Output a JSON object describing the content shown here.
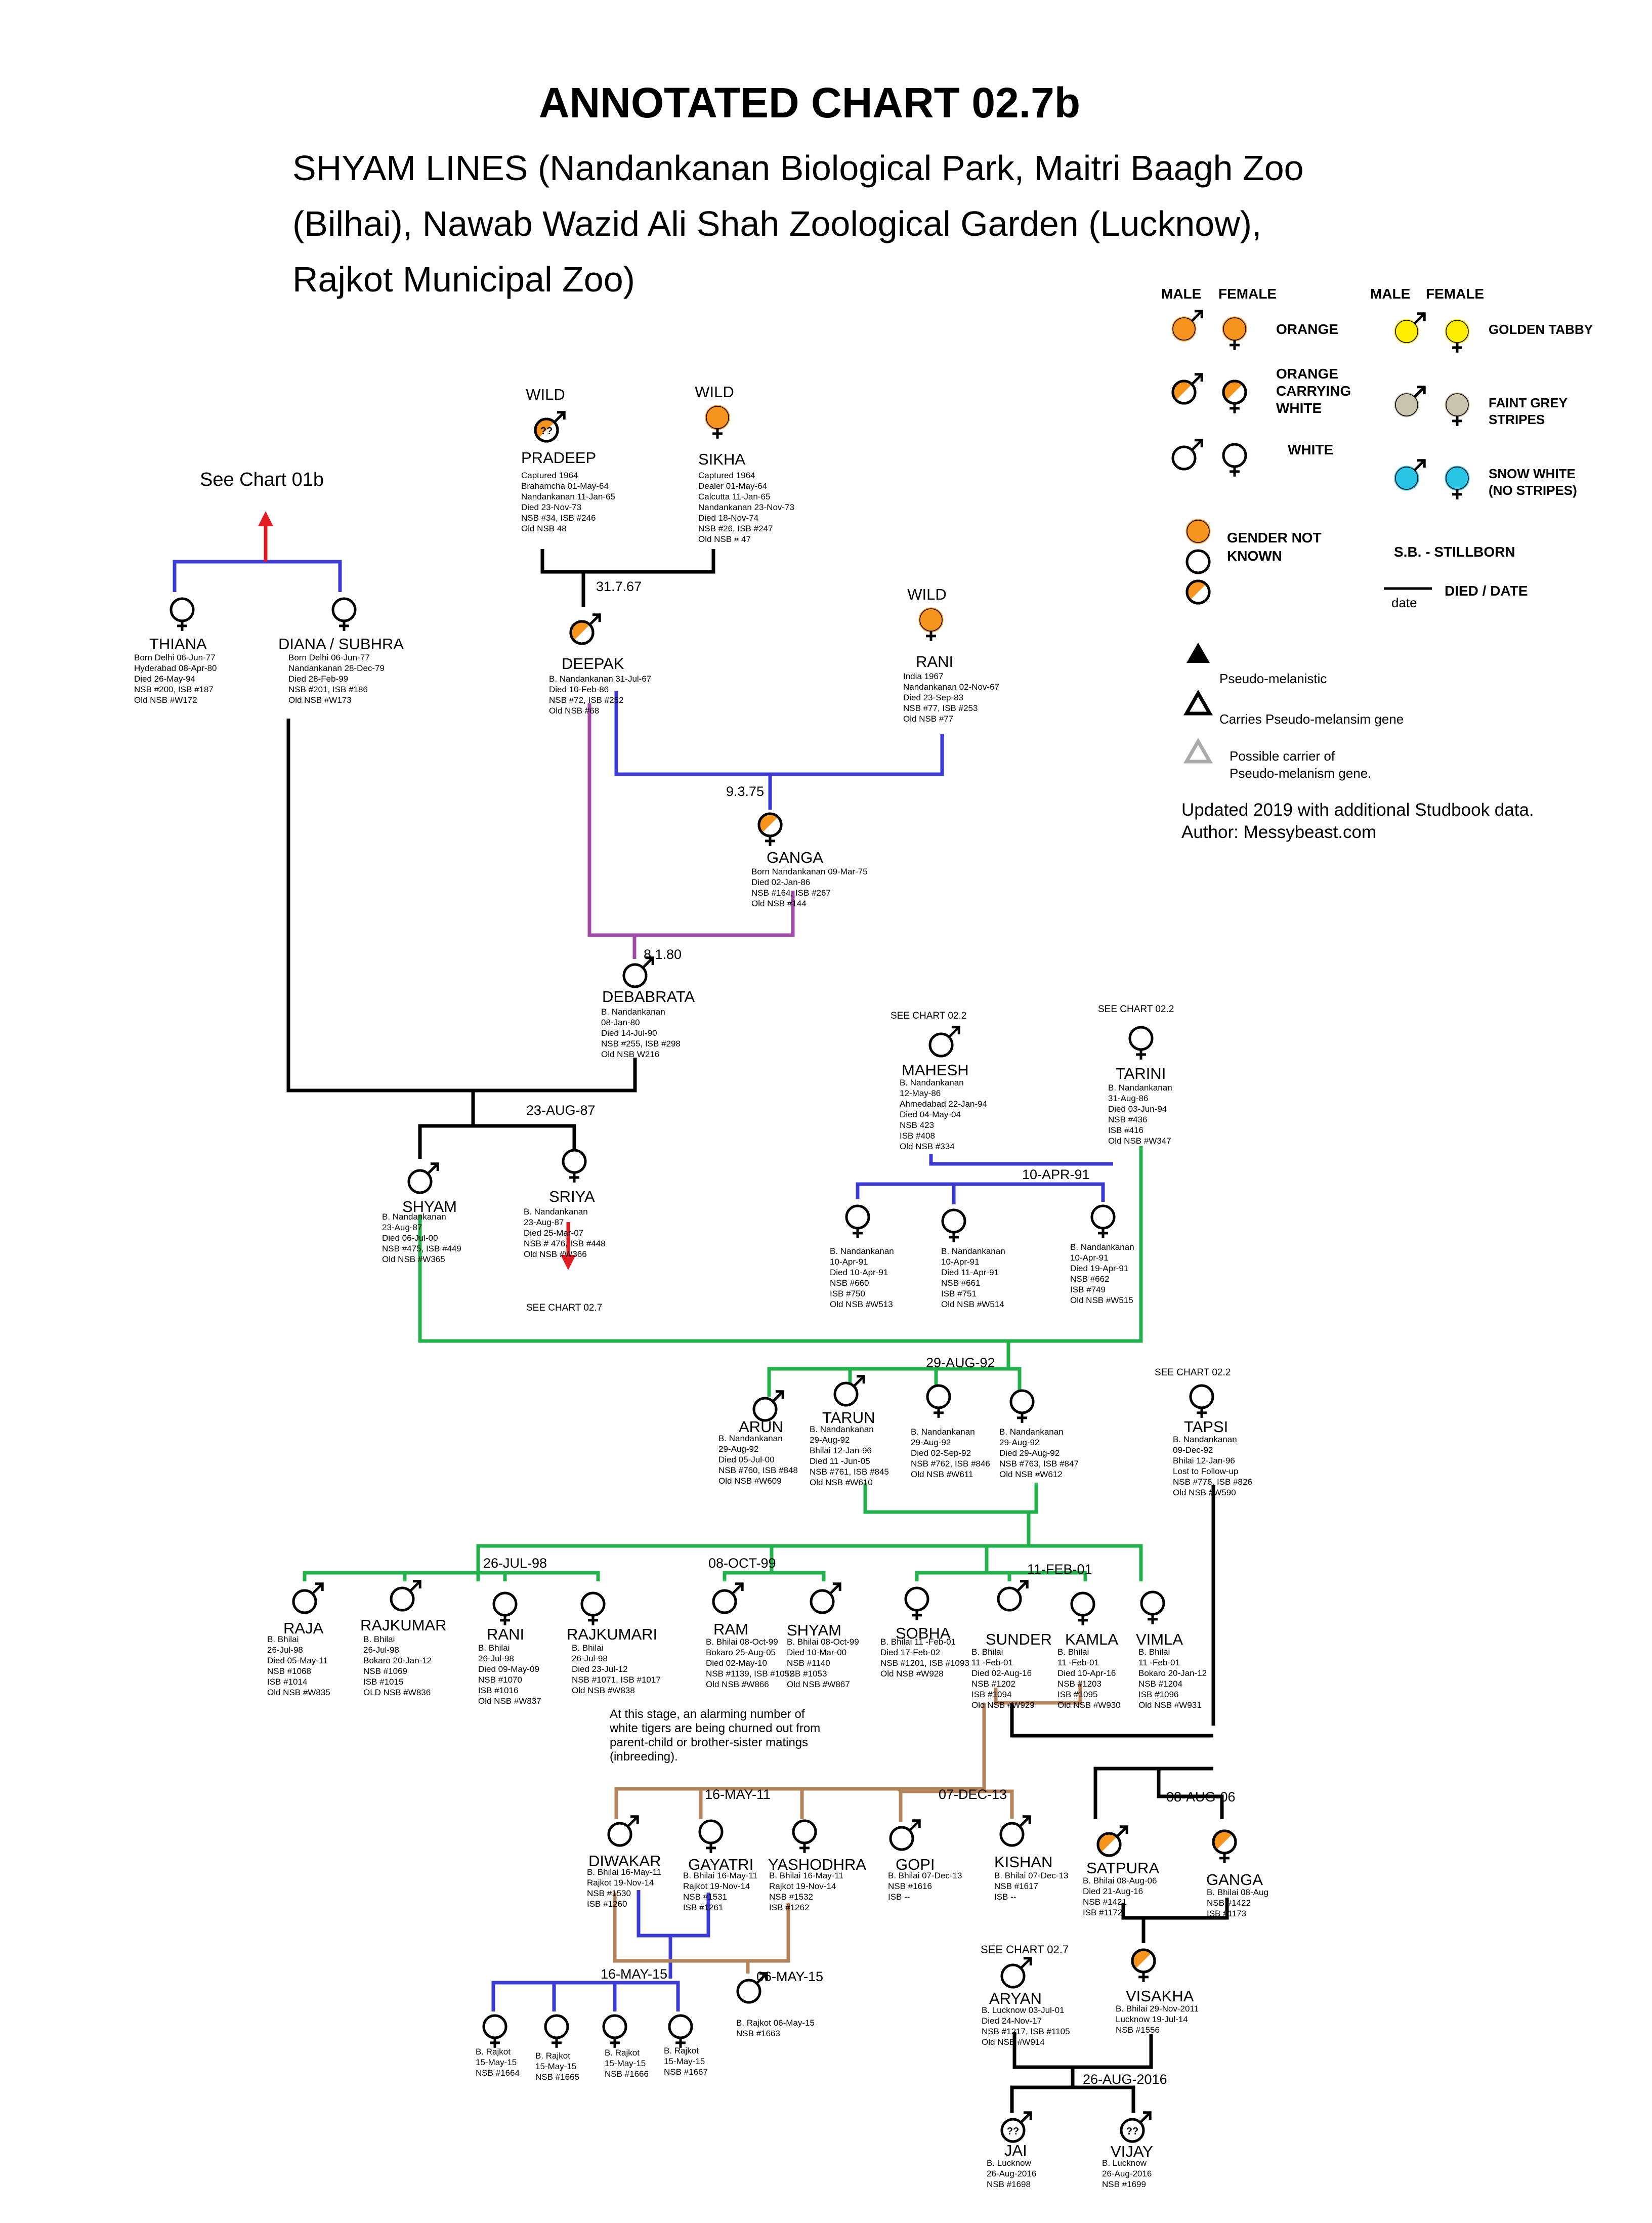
{
  "title": "ANNOTATED CHART 02.7b",
  "subtitle": [
    "SHYAM LINES (Nandankanan Biological Park, Maitri Baagh Zoo",
    "(Bilhai), Nawab Wazid Ali Shah Zoological Garden (Lucknow),",
    "Rajkot Municipal Zoo)"
  ],
  "colors": {
    "orange": "#f7941d",
    "golden": "#ffee00",
    "grey": "#c9c4ad",
    "snow": "#29c5e6",
    "blue": "#3b3bd4",
    "purple": "#a14ba8",
    "green": "#21b24b",
    "brown": "#b5835a",
    "black": "#000000",
    "red": "#e31b23"
  },
  "legend": {
    "male": "MALE",
    "female": "FEMALE",
    "orange": "ORANGE",
    "carrying": [
      "ORANGE",
      "CARRYING",
      "WHITE"
    ],
    "white": "WHITE",
    "golden": "GOLDEN TABBY",
    "faint": [
      "FAINT GREY",
      "STRIPES"
    ],
    "snow": [
      "SNOW WHITE",
      "(NO STRIPES)"
    ],
    "unknown": [
      "GENDER NOT",
      "KNOWN"
    ],
    "stillborn": "S.B.  - STILLBORN",
    "died": "DIED / DATE",
    "date_word": "date",
    "pseudo": "Pseudo-melanistic",
    "carries_pseudo": "Carries Pseudo-melansim gene",
    "possible": [
      "Possible carrier of",
      "Pseudo-melanism gene."
    ],
    "updated": "Updated 2019 with additional Studbook data.",
    "author": "Author: Messybeast.com"
  },
  "refs": {
    "chart01b": "See Chart 01b",
    "chart027": "SEE CHART 02.7",
    "chart022": "SEE CHART 02.2"
  },
  "wild": "WILD",
  "dates": {
    "d1": "31.7.67",
    "d2": "9.3.75",
    "d3": "8.1.80",
    "d4": "23-AUG-87",
    "d5": "10-APR-91",
    "d6": "29-AUG-92",
    "d7": "26-JUL-98",
    "d8": "08-OCT-99",
    "d9": "11-FEB-01",
    "d10": "16-MAY-11",
    "d11": "07-DEC-13",
    "d12": "08-AUG-06",
    "d13": "16-MAY-15",
    "d14": "06-MAY-15",
    "d15": "26-AUG-2016"
  },
  "note": [
    "At this stage, an alarming number of",
    "white tigers are being churned out from",
    "parent-child or brother-sister matings",
    "(inbreeding)."
  ],
  "tigers": {
    "pradeep": {
      "name": "PRADEEP",
      "details": [
        "Captured 1964",
        "Brahamcha 01-May-64",
        "Nandankanan 11-Jan-65",
        "Died 23-Nov-73",
        "NSB #34, ISB #246",
        "Old NSB 48"
      ]
    },
    "sikha": {
      "name": "SIKHA",
      "details": [
        "Captured 1964",
        "Dealer 01-May-64",
        "Calcutta 11-Jan-65",
        "Nandankanan 23-Nov-73",
        " Died 18-Nov-74",
        "NSB #26, ISB #247",
        "Old NSB # 47"
      ]
    },
    "thiana": {
      "name": "THIANA",
      "details": [
        "Born Delhi 06-Jun-77",
        "Hyderabad 08-Apr-80",
        "Died 26-May-94",
        "NSB #200, ISB #187",
        "Old NSB #W172"
      ]
    },
    "diana": {
      "name": "DIANA / SUBHRA",
      "details": [
        "Born Delhi 06-Jun-77",
        "Nandankanan 28-Dec-79",
        "Died 28-Feb-99",
        "NSB #201, ISB #186",
        "Old NSB #W173"
      ]
    },
    "deepak": {
      "name": "DEEPAK",
      "details": [
        "B. Nandankanan 31-Jul-67",
        "Died 10-Feb-86",
        "NSB #72, ISB #252",
        "Old NSB #68"
      ]
    },
    "rani1": {
      "name": "RANI",
      "details": [
        "India 1967",
        "Nandankanan 02-Nov-67",
        "Died 23-Sep-83",
        "NSB #77, ISB #253",
        "Old NSB #77"
      ]
    },
    "ganga1": {
      "name": "GANGA",
      "details": [
        "Born Nandankanan 09-Mar-75",
        "Died 02-Jan-86",
        "NSB #164, ISB #267",
        "Old NSB #144"
      ]
    },
    "debabrata": {
      "name": "DEBABRATA",
      "details": [
        "B. Nandankanan",
        "08-Jan-80",
        "Died 14-Jul-90",
        "NSB #255, ISB #298",
        "Old NSB W216"
      ]
    },
    "mahesh": {
      "name": "MAHESH",
      "details": [
        "B. Nandankanan",
        "12-May-86",
        "Ahmedabad 22-Jan-94",
        "Died 04-May-04",
        "NSB 423",
        "ISB #408",
        "Old NSB #334"
      ]
    },
    "tarini": {
      "name": "TARINI",
      "details": [
        "B. Nandankanan",
        "31-Aug-86",
        "Died 03-Jun-94",
        "NSB #436",
        "ISB #416",
        "Old NSB #W347"
      ]
    },
    "shyam": {
      "name": "SHYAM",
      "details": [
        "B. Nandankanan",
        "23-Aug-87",
        "Died 06-Jul-00",
        "NSB #475, ISB #449",
        "Old NSB #W365"
      ]
    },
    "sriya": {
      "name": "SRIYA",
      "details": [
        "B. Nandankanan",
        "23-Aug-87",
        "Died 25-Mar-07",
        "NSB # 476, ISB #448",
        "Old NSB #W366"
      ]
    },
    "f91a": {
      "name": "",
      "details": [
        "B. Nandankanan",
        "10-Apr-91",
        "Died 10-Apr-91",
        "NSB #660",
        "ISB #750",
        "Old NSB #W513"
      ]
    },
    "f91b": {
      "name": "",
      "details": [
        "B. Nandankanan",
        "10-Apr-91",
        "Died 11-Apr-91",
        "NSB #661",
        "ISB #751",
        "Old NSB #W514"
      ]
    },
    "f91c": {
      "name": "",
      "details": [
        "B. Nandankanan",
        "10-Apr-91",
        "Died 19-Apr-91",
        "NSB #662",
        "ISB #749",
        "Old NSB #W515"
      ]
    },
    "arun": {
      "name": "ARUN",
      "details": [
        "B. Nandankanan",
        "29-Aug-92",
        "Died 05-Jul-00",
        "NSB #760, ISB #848",
        "Old NSB #W609"
      ]
    },
    "tarun": {
      "name": "TARUN",
      "details": [
        "B. Nandankanan",
        "29-Aug-92",
        "Bhilai 12-Jan-96",
        "Died 11 -Jun-05",
        "NSB #761, ISB #845",
        "Old NSB #W610"
      ]
    },
    "f92a": {
      "name": "",
      "details": [
        "B. Nandankanan",
        "29-Aug-92",
        "Died 02-Sep-92",
        "NSB #762, ISB #846",
        "Old NSB #W611"
      ]
    },
    "f92b": {
      "name": "",
      "details": [
        "B. Nandankanan",
        "29-Aug-92",
        "Died 29-Aug-92",
        "NSB #763, ISB #847",
        "Old NSB #W612"
      ]
    },
    "tapsi": {
      "name": "TAPSI",
      "details": [
        "B. Nandankanan",
        "09-Dec-92",
        "Bhilai 12-Jan-96",
        "Lost to Follow-up",
        "NSB #776, ISB #826",
        "Old NSB #W590"
      ]
    },
    "raja": {
      "name": "RAJA",
      "details": [
        "B. Bhilai",
        "26-Jul-98",
        "Died 05-May-11",
        "NSB #1068",
        "ISB #1014",
        "Old NSB #W835"
      ]
    },
    "rajkumar": {
      "name": "RAJKUMAR",
      "details": [
        "B. Bhilai",
        "26-Jul-98",
        "Bokaro 20-Jan-12",
        "NSB #1069",
        "ISB #1015",
        "OLD NSB #W836"
      ]
    },
    "rani2": {
      "name": "RANI",
      "details": [
        "B. Bhilai",
        "26-Jul-98",
        "Died 09-May-09",
        "NSB #1070",
        "ISB #1016",
        "Old NSB #W837"
      ]
    },
    "rajkumari": {
      "name": "RAJKUMARI",
      "details": [
        "B. Bhilai",
        "26-Jul-98",
        "Died 23-Jul-12",
        "NSB #1071, ISB #1017",
        "Old NSB #W838"
      ]
    },
    "ram": {
      "name": "RAM",
      "details": [
        "B. Bhilai 08-Oct-99",
        "Bokaro 25-Aug-05",
        "Died 02-May-10",
        "NSB #1139, ISB #1052",
        "Old NSB #W866"
      ]
    },
    "shyam2": {
      "name": "SHYAM",
      "details": [
        "B. Bhilai 08-Oct-99",
        "Died 10-Mar-00",
        "NSB #1140",
        "ISB #1053",
        "Old NSB #W867"
      ]
    },
    "sobha": {
      "name": "SOBHA",
      "details": [
        "B. Bhilai 11 -Feb-01",
        "Died 17-Feb-02",
        "NSB #1201, ISB #1093",
        "Old NSB #W928"
      ]
    },
    "sunder": {
      "name": "SUNDER",
      "details": [
        "B. Bhilai",
        "11 -Feb-01",
        "Died 02-Aug-16",
        "NSB #1202",
        "ISB #1094",
        "Old NSB #W929"
      ]
    },
    "kamla": {
      "name": "KAMLA",
      "details": [
        "B. Bhilai",
        "11 -Feb-01",
        "Died 10-Apr-16",
        "NSB #1203",
        "ISB #1095",
        "Old NSB #W930"
      ]
    },
    "vimla": {
      "name": "VIMLA",
      "details": [
        "B. Bhilai",
        "11 -Feb-01",
        "Bokaro 20-Jan-12",
        "NSB #1204",
        "ISB #1096",
        "Old NSB #W931"
      ]
    },
    "diwakar": {
      "name": "DIWAKAR",
      "details": [
        "B. Bhilai 16-May-11",
        "Rajkot 19-Nov-14",
        "NSB #1530",
        "ISB #1260"
      ]
    },
    "gayatri": {
      "name": "GAYATRI",
      "details": [
        "B. Bhilai 16-May-11",
        "Rajkot 19-Nov-14",
        "NSB #1531",
        "ISB #1261"
      ]
    },
    "yashodhra": {
      "name": "YASHODHRA",
      "details": [
        "B. Bhilai 16-May-11",
        "Rajkot 19-Nov-14",
        "NSB #1532",
        "ISB #1262"
      ]
    },
    "gopi": {
      "name": "GOPI",
      "details": [
        "B. Bhilai 07-Dec-13",
        "NSB #1616",
        "ISB --"
      ]
    },
    "kishan": {
      "name": "KISHAN",
      "details": [
        "B. Bhilai 07-Dec-13",
        "NSB #1617",
        "ISB --"
      ]
    },
    "satpura": {
      "name": "SATPURA",
      "details": [
        "B. Bhilai 08-Aug-06",
        "Died 21-Aug-16",
        "NSB #1421",
        "ISB #1172"
      ]
    },
    "ganga2": {
      "name": "GANGA",
      "details": [
        "B. Bhilai 08-Aug",
        "NSB #1422",
        "ISB #1173"
      ]
    },
    "r1": {
      "name": "",
      "details": [
        "B. Rajkot",
        "15-May-15",
        "NSB #1664"
      ]
    },
    "r2": {
      "name": "",
      "details": [
        "B. Rajkot",
        "15-May-15",
        "NSB #1665"
      ]
    },
    "r3": {
      "name": "",
      "details": [
        "B. Rajkot",
        "15-May-15",
        "NSB #1666"
      ]
    },
    "r4": {
      "name": "",
      "details": [
        "B. Rajkot",
        "15-May-15",
        "NSB #1667"
      ]
    },
    "r5": {
      "name": "",
      "details": [
        "B. Rajkot 06-May-15",
        "NSB #1663"
      ]
    },
    "aryan": {
      "name": "ARYAN",
      "details": [
        "B. Lucknow 03-Jul-01",
        "Died 24-Nov-17",
        "NSB #1217, ISB #1105",
        "Old NSB #W914"
      ]
    },
    "visakha": {
      "name": "VISAKHA",
      "details": [
        "B. Bhilai 29-Nov-2011",
        "Lucknow 19-Jul-14",
        "NSB #1556"
      ]
    },
    "jai": {
      "name": "JAI",
      "details": [
        "B. Lucknow",
        "26-Aug-2016",
        "NSB #1698"
      ]
    },
    "vijay": {
      "name": "VIJAY",
      "details": [
        "B. Lucknow",
        "26-Aug-2016",
        "NSB #1699"
      ]
    }
  }
}
